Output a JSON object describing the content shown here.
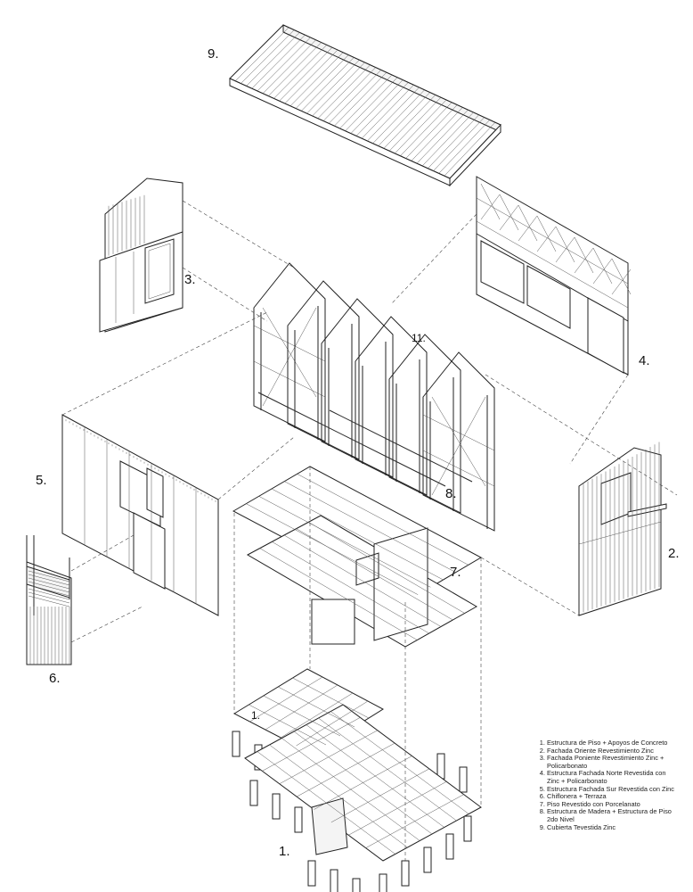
{
  "labels": {
    "n1": "1.",
    "n1b": "1.",
    "n2": "2.",
    "n3": "3.",
    "n4": "4.",
    "n5": "5.",
    "n6": "6.",
    "n7": "7.",
    "n8": "8.",
    "n9": "9.",
    "n11": "11."
  },
  "legend": [
    "Estructura de Piso + Apoyos de Concreto",
    "Fachada Oriente Revestimiento Zinc",
    "Fachada Poniente Revestimiento Zinc + Policarbonato",
    "Estructura Fachada Norte Revestida con Zinc + Policarbonato",
    "Estructura Fachada Sur Revestida con Zinc",
    "Chiflonera + Terraza",
    "Piso Revestido con Porcelanato",
    "Estructura de Madera + Estructura de Piso 2do Nivel",
    "Cubierta Tevestida Zinc"
  ]
}
